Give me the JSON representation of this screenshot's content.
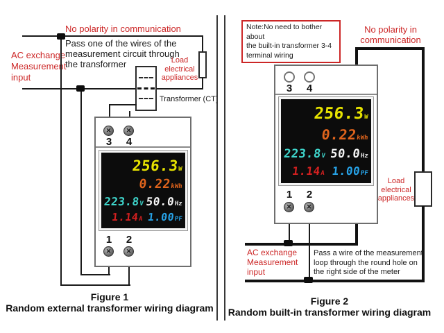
{
  "colors": {
    "red_label": "#cc2626",
    "wire": "#1a1a1a",
    "display_background": "#0c0c0c",
    "power_yellow": "#e8e400",
    "energy_orange": "#e0641c",
    "voltage_cyan": "#3fd6cc",
    "frequency_white": "#f5f5f5",
    "current_red": "#d42020",
    "power_factor_blue": "#27a3e8"
  },
  "icons": {
    "screw_glyph": "✕"
  },
  "display": {
    "power_value": "256.3",
    "power_unit": "W",
    "energy_value": "0.22",
    "energy_unit": "kWh",
    "voltage_value": "223.8",
    "voltage_unit": "V",
    "frequency_value": "50.0",
    "frequency_unit": "Hz",
    "current_value": "1.14",
    "current_unit": "A",
    "power_factor_value": "1.00",
    "power_factor_unit": "PF"
  },
  "figure1": {
    "no_polarity_label": "No polarity in communication",
    "pass_note_lines": [
      "Pass one of the wires of the",
      "measurement circuit through",
      "the transformer"
    ],
    "ac_input_lines": [
      "AC exchange",
      "Measurement",
      "input"
    ],
    "load_lines": [
      "Load",
      "electrical",
      "appliances"
    ],
    "transformer_label": "Transformer (CT)",
    "terminal_top_left": "3",
    "terminal_top_right": "4",
    "terminal_bottom_left": "1",
    "terminal_bottom_right": "2",
    "caption_title": "Figure 1",
    "caption_subtitle": "Random external transformer wiring diagram"
  },
  "figure2": {
    "note_lines": [
      "Note:No need to bother about",
      "the built-in transformer 3-4",
      "terminal wiring"
    ],
    "no_polarity_lines": [
      "No polarity in",
      "communication"
    ],
    "load_lines": [
      "Load",
      "electrical",
      "appliances"
    ],
    "ac_input_lines": [
      "AC exchange",
      "Measurement",
      "input"
    ],
    "pass_note_lines": [
      "Pass a wire of the measurement",
      "loop through the round hole on",
      "the right side of the meter"
    ],
    "terminal_top_left": "3",
    "terminal_top_right": "4",
    "terminal_bottom_left": "1",
    "terminal_bottom_right": "2",
    "caption_title": "Figure 2",
    "caption_subtitle": "Random built-in transformer wiring diagram"
  }
}
